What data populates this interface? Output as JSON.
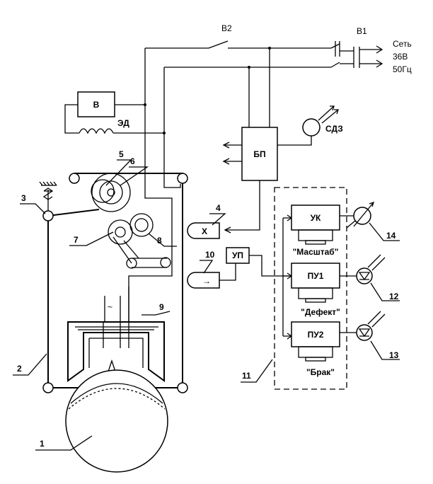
{
  "switches": {
    "b2": "В2",
    "b1": "В1"
  },
  "network": {
    "line1": "Сеть",
    "line2": "36В",
    "line3": "50Гц"
  },
  "blocks": {
    "v": "В",
    "ed": "ЭД",
    "bp": "БП",
    "sdz": "СДЗ",
    "x": "Х",
    "up": "УП",
    "uk": "УК",
    "pu1": "ПУ1",
    "pu2": "ПУ2"
  },
  "captions": {
    "scale": "\"Масштаб\"",
    "defect": "\"Дефект\"",
    "reject": "\"Брак\""
  },
  "callouts": [
    "1",
    "2",
    "3",
    "4",
    "5",
    "6",
    "7",
    "8",
    "9",
    "10",
    "11",
    "12",
    "13",
    "14"
  ],
  "symbols": {
    "arrow": "→",
    "tilde": "~"
  }
}
